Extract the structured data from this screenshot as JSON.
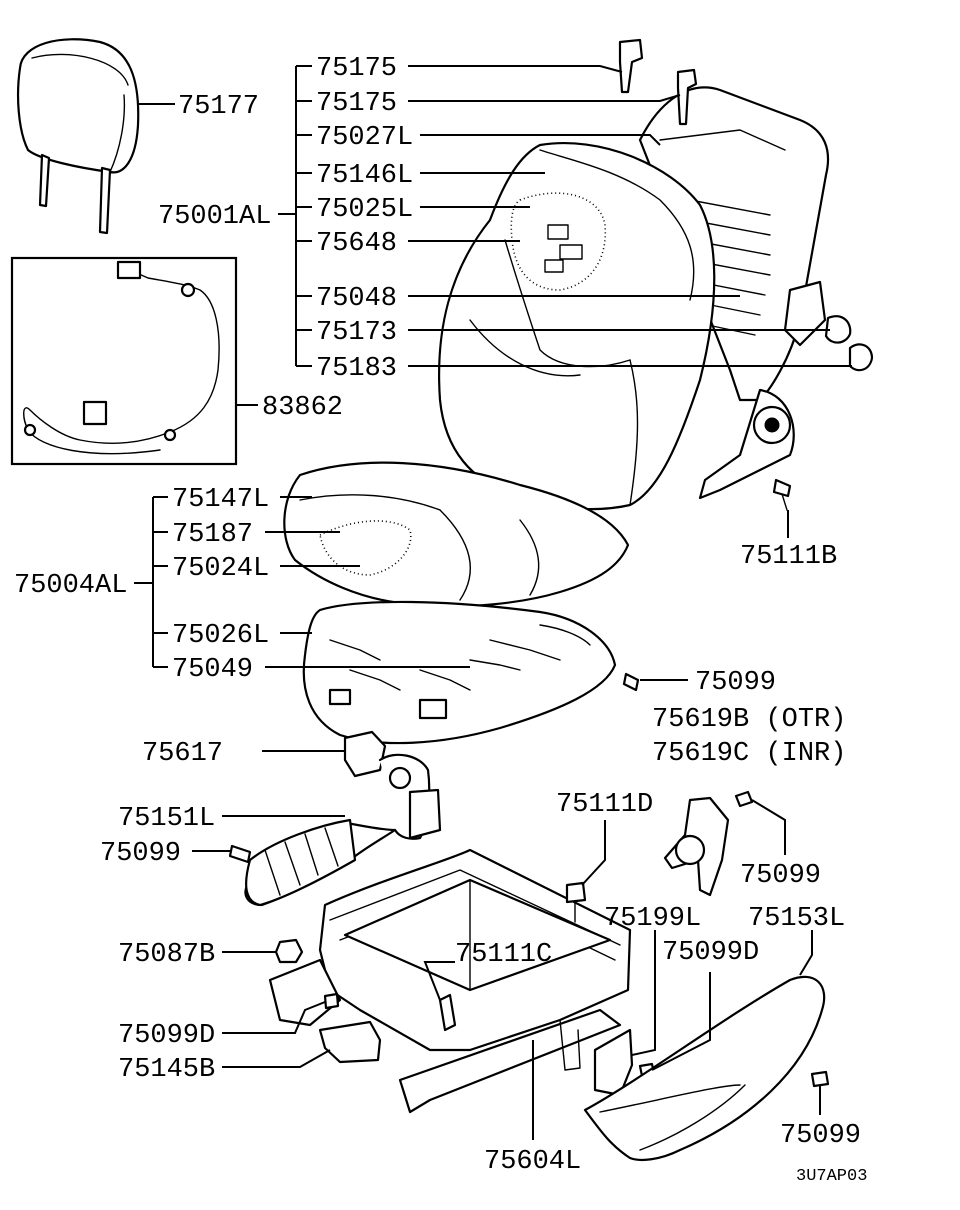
{
  "diagram_code": "3U7AP03",
  "colors": {
    "line": "#000000",
    "background": "#ffffff"
  },
  "parts": {
    "headrest": "75177",
    "seatback_assy": "75001AL",
    "seatback_guide_a": "75175",
    "seatback_guide_b": "75175",
    "seatback_frame": "75027L",
    "seatback_cover": "75146L",
    "seatback_pad": "75025L",
    "seatback_heater": "75648",
    "seatback_spring": "75048",
    "recliner_knob": "75173",
    "lumbar_knob": "75183",
    "harness": "83862",
    "cushion_assy": "75004AL",
    "cushion_cover": "75147L",
    "cushion_heater": "75187",
    "cushion_pad": "75024L",
    "cushion_frame": "75026L",
    "cushion_spring": "75049",
    "recliner_bolt": "75111B",
    "screw_a": "75099",
    "lower_cover_otr": "75619B (OTR)",
    "lower_cover_inr": "75619C (INR)",
    "switch": "75617",
    "recliner_cover": "75151L",
    "screw_b": "75099",
    "bolt_d": "75111D",
    "screw_c": "75099",
    "nut": "75087B",
    "bolt_c": "75111C",
    "cover_bracket": "75199L",
    "screw_d": "75099D",
    "side_shield": "75153L",
    "screw_e": "75099D",
    "cap": "75145B",
    "screw_f": "75099",
    "adjuster": "75604L"
  }
}
